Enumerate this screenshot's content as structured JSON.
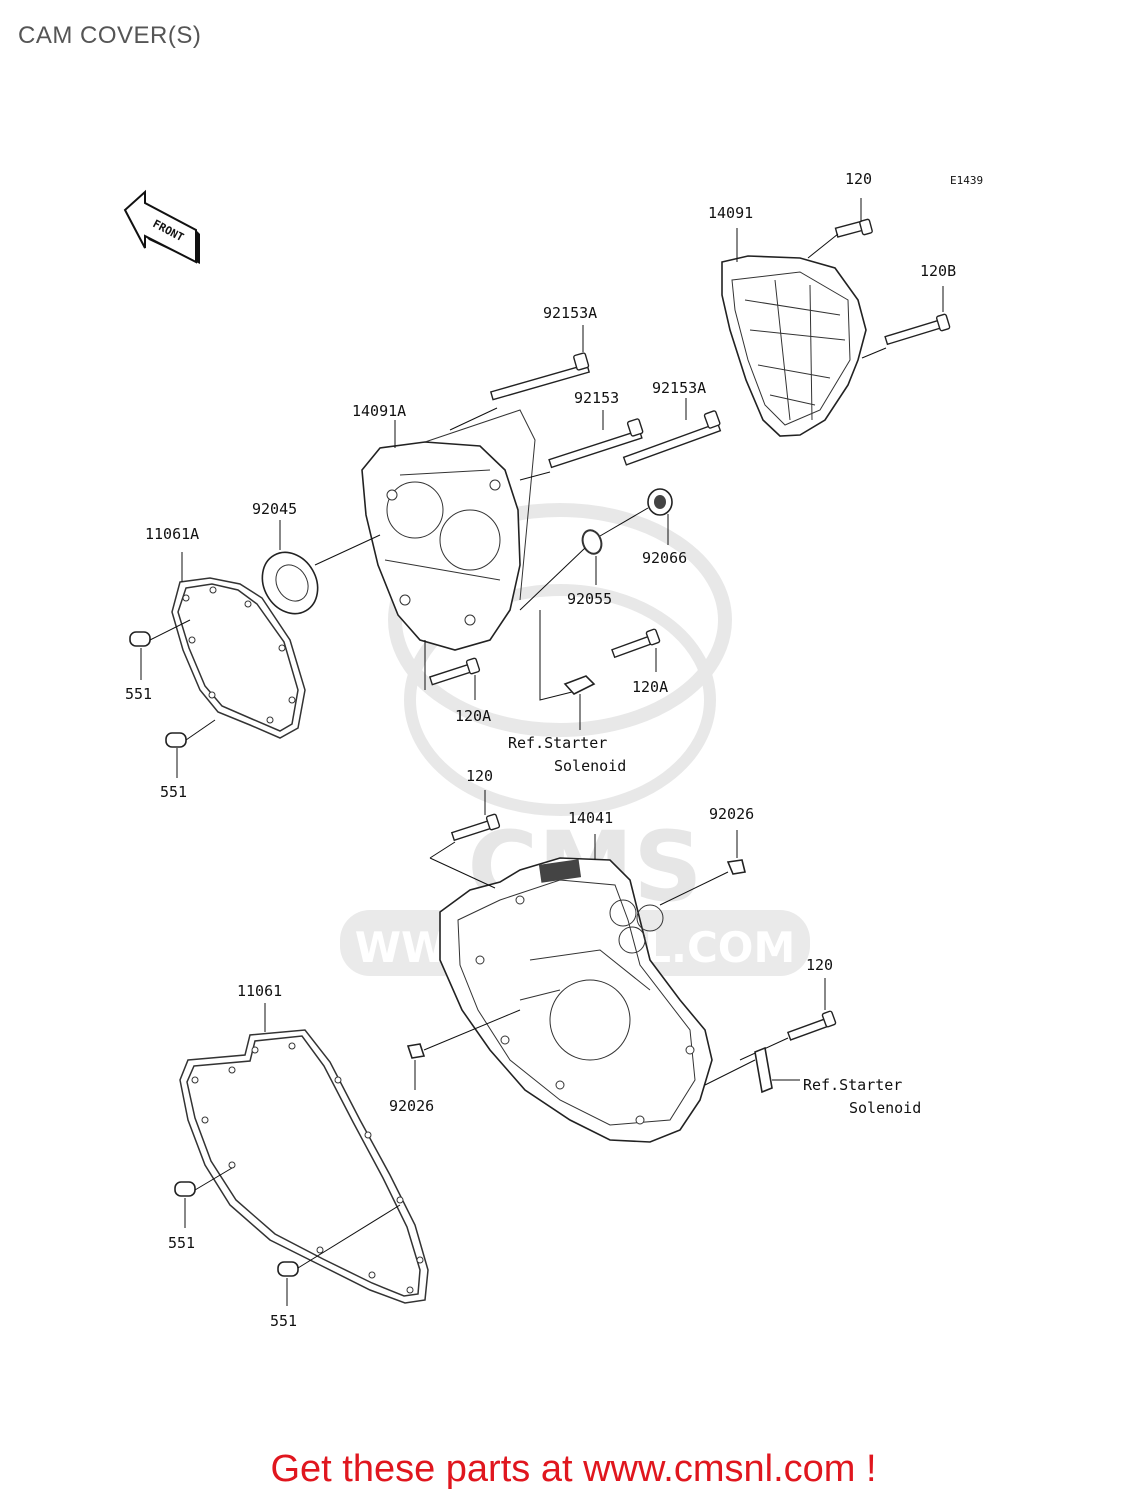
{
  "title": "CAM COVER(S)",
  "diagram_code": "E1439",
  "front_label": "FRONT",
  "watermark": {
    "brand": "CMS",
    "url": "WWW.CMSNL.COM"
  },
  "labels": {
    "p120_top": "120",
    "p14091": "14091",
    "p120B": "120B",
    "p92153A_top": "92153A",
    "p92153": "92153",
    "p92153A_right": "92153A",
    "p14091A": "14091A",
    "p92045": "92045",
    "p11061A": "11061A",
    "p92066": "92066",
    "p92055": "92055",
    "p551_a": "551",
    "p551_b": "551",
    "p120A_left": "120A",
    "p120A_right": "120A",
    "ref_starter_1_line1": "Ref.Starter",
    "ref_starter_1_line2": "Solenoid",
    "p120_mid": "120",
    "p14041": "14041",
    "p92026_top": "92026",
    "p120_right": "120",
    "p11061": "11061",
    "p92026_bottom": "92026",
    "ref_starter_2_line1": "Ref.Starter",
    "ref_starter_2_line2": "Solenoid",
    "p551_c": "551",
    "p551_d": "551"
  },
  "footer": "Get these parts at www.cmsnl.com !"
}
